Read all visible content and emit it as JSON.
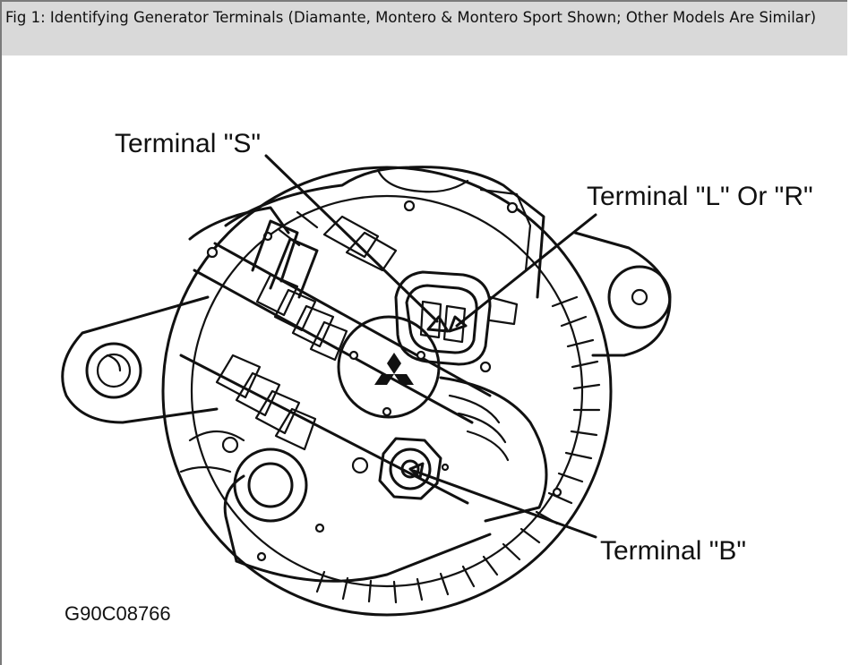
{
  "caption": "Fig 1: Identifying Generator Terminals (Diamante, Montero & Montero Sport Shown; Other Models Are Similar)",
  "labels": {
    "terminal_s": "Terminal \"S\"",
    "terminal_l_or_r": "Terminal \"L\" Or \"R\"",
    "terminal_b": "Terminal \"B\"",
    "figure_code": "G90C08766"
  }
}
